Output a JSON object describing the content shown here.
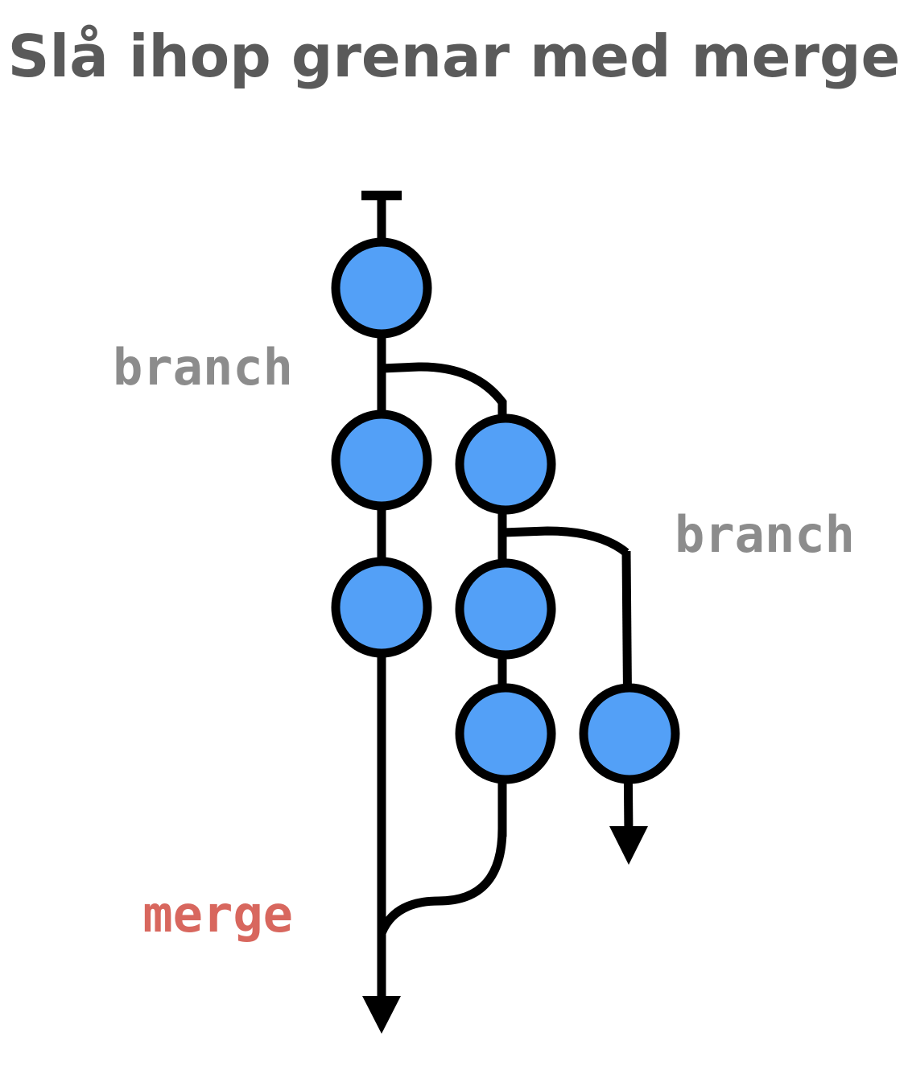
{
  "title": "Slå ihop grenar med merge",
  "labels": {
    "branch_1": "branch",
    "branch_2": "branch",
    "merge": "merge"
  },
  "colors": {
    "title": "#5a5a5a",
    "commit_fill": "#53a0f7",
    "stroke": "#000000",
    "branch_label": "#8c8c8c",
    "merge_label": "#d8675e"
  }
}
